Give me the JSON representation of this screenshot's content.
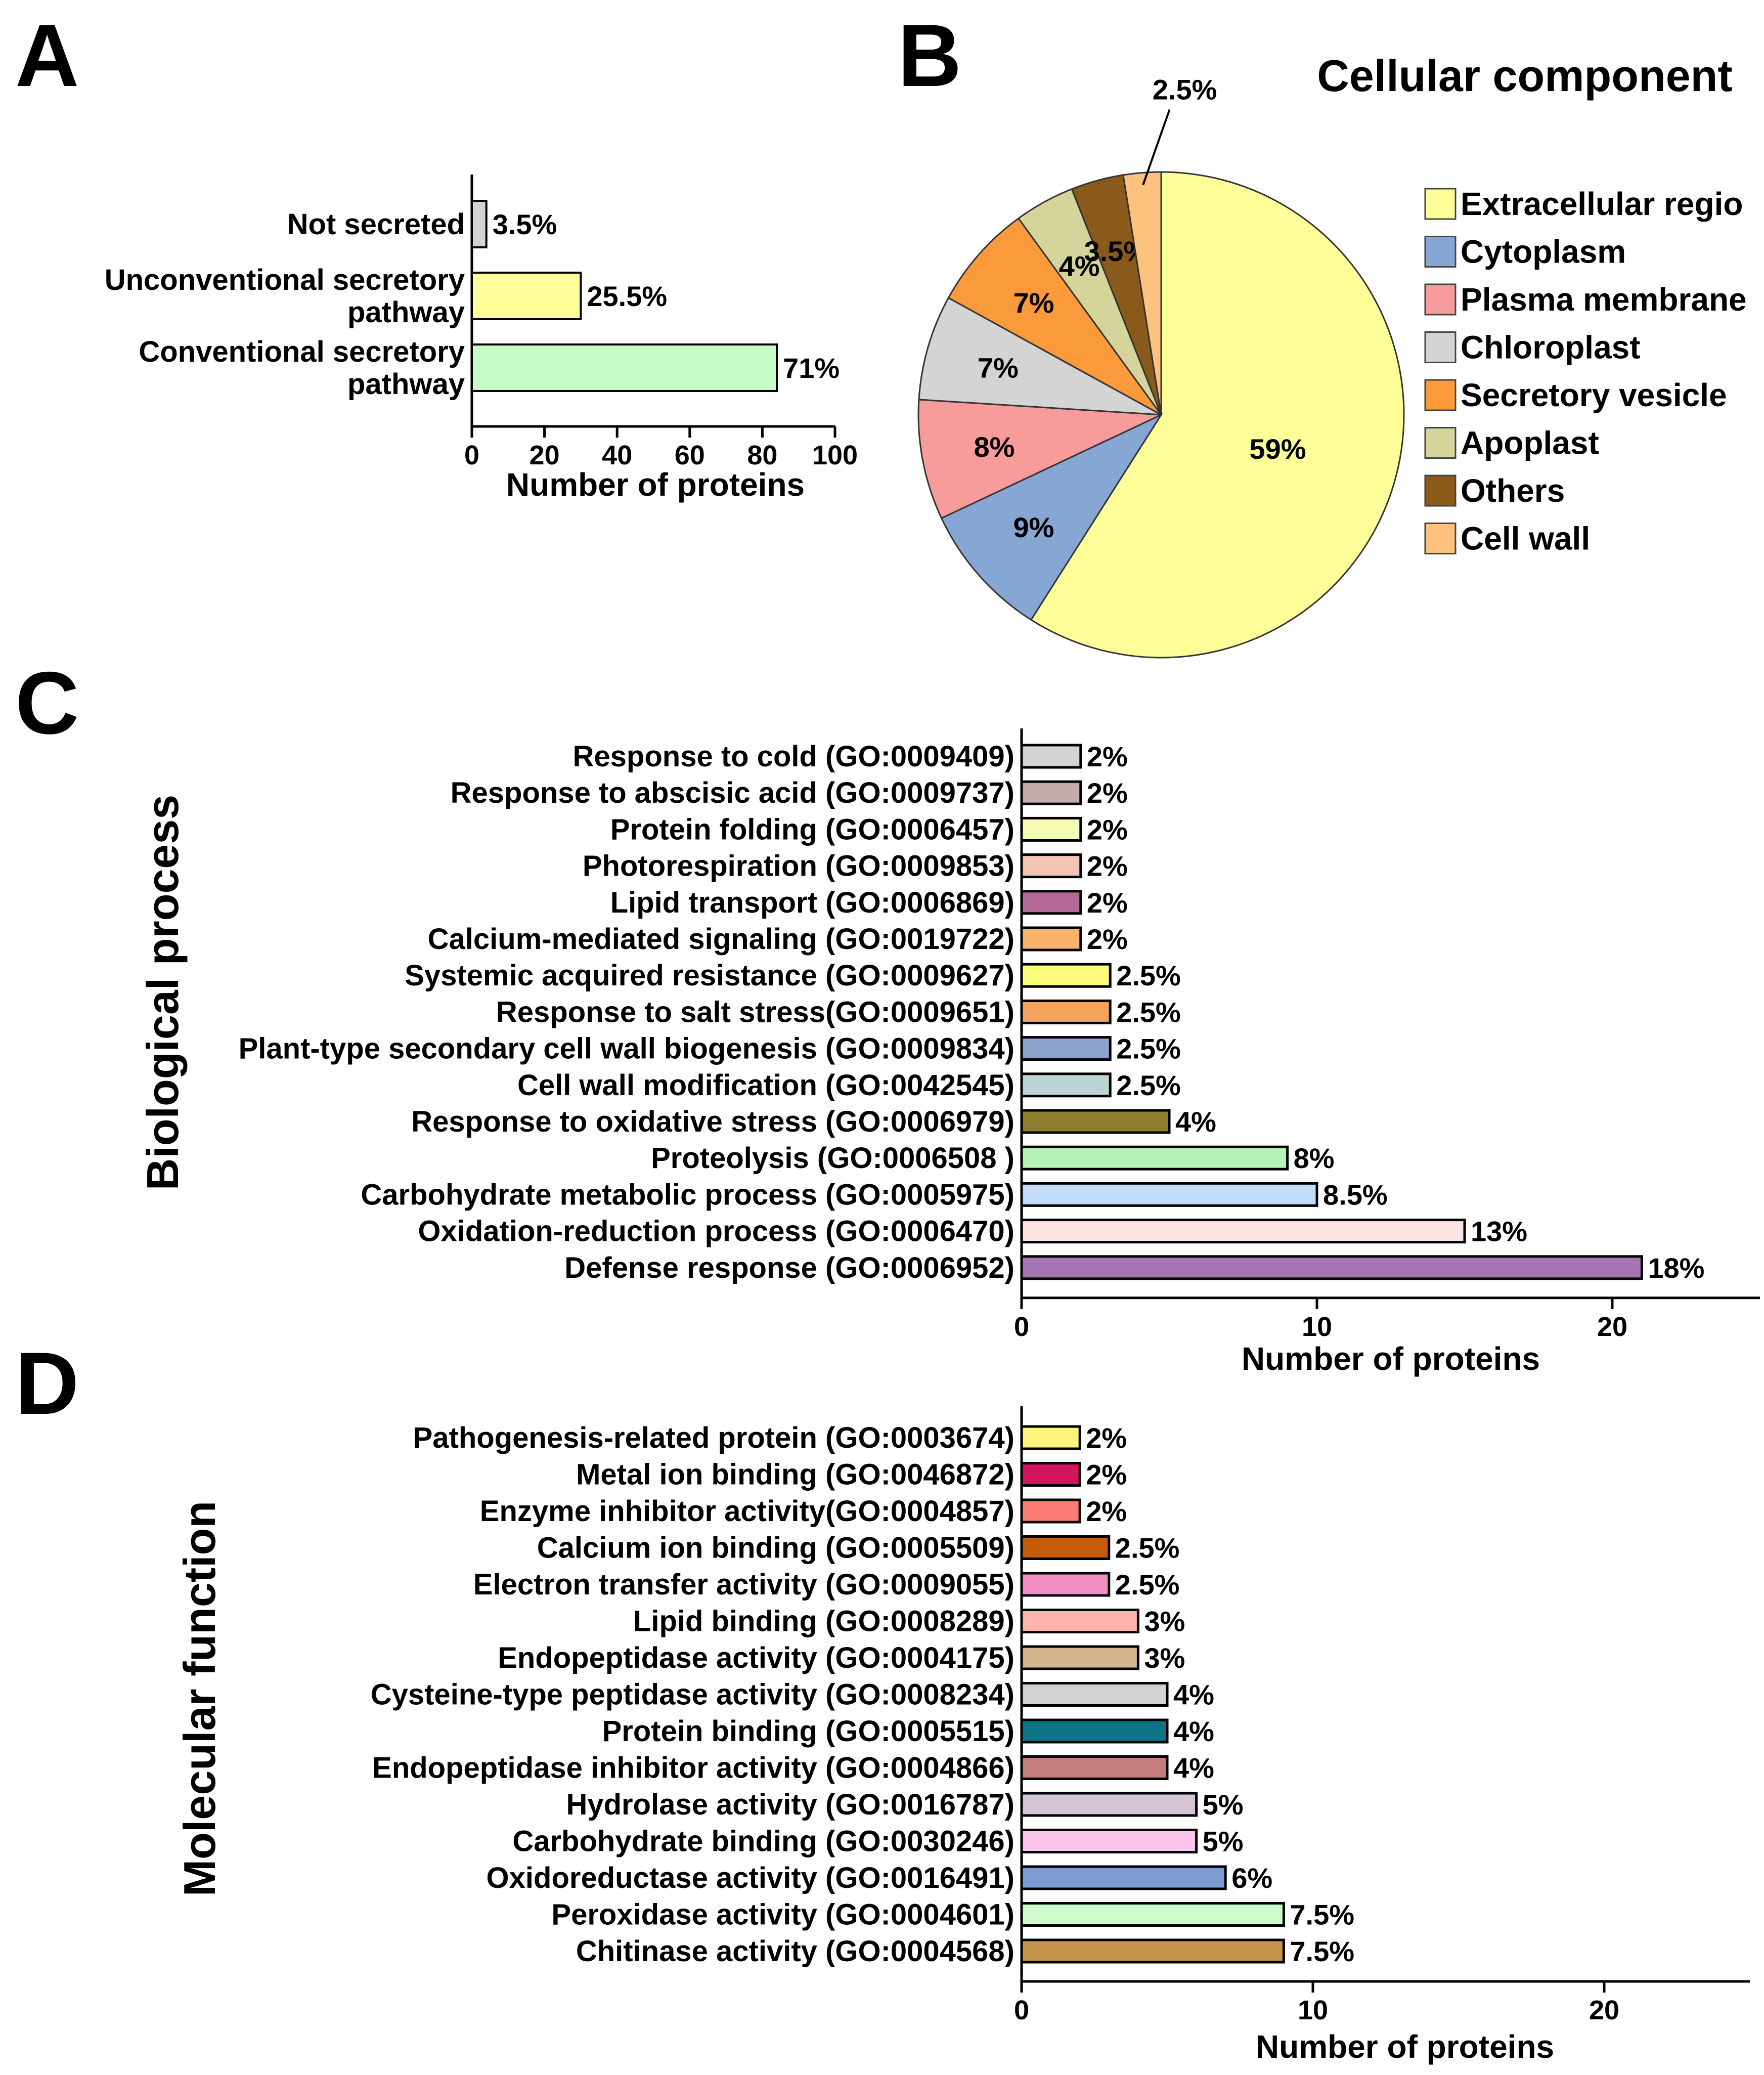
{
  "panels": {
    "A": {
      "letter": "A",
      "chart_data": {
        "type": "bar",
        "orientation": "horizontal",
        "categories": [
          "Not secreted",
          "Unconventional secretory pathway",
          "Conventional secretory pathway"
        ],
        "category_lines": [
          [
            "Not secreted"
          ],
          [
            "Unconventional secretory",
            "pathway"
          ],
          [
            "Conventional secretory",
            "pathway"
          ]
        ],
        "values": [
          4,
          30,
          84
        ],
        "value_labels": [
          "3.5%",
          "25.5%",
          "71%"
        ],
        "colors": [
          "#d4d4d4",
          "#ffff99",
          "#c6fcc6"
        ],
        "xlim": [
          0,
          100
        ],
        "xticks": [
          0,
          20,
          40,
          60,
          80,
          100
        ],
        "xlabel": "Number of proteins",
        "ylabel": "",
        "title": ""
      }
    },
    "B": {
      "letter": "B",
      "chart_data": {
        "type": "pie",
        "title": "Cellular component",
        "labels": [
          "Extracellular regio",
          "Cytoplasm",
          "Plasma membrane",
          "Chloroplast",
          "Secretory vesicle",
          "Apoplast",
          "Others",
          "Cell wall"
        ],
        "values": [
          59,
          9,
          8,
          7,
          7,
          4,
          3.5,
          2.5
        ],
        "value_labels": [
          "59%",
          "9%",
          "8%",
          "7%",
          "7%",
          "4%",
          "3.5%",
          "2.5%"
        ],
        "colors": [
          "#ffff99",
          "#86a6d4",
          "#f89b9b",
          "#d4d4d4",
          "#fa9a3a",
          "#d4d49b",
          "#8a5a1a",
          "#fcc27e"
        ],
        "legend_position": "right"
      }
    },
    "C": {
      "letter": "C",
      "chart_data": {
        "type": "bar",
        "orientation": "horizontal",
        "categories": [
          "Response to cold (GO:0009409)",
          "Response to abscisic acid (GO:0009737)",
          "Protein folding (GO:0006457)",
          "Photorespiration (GO:0009853)",
          "Lipid transport (GO:0006869)",
          "Calcium-mediated signaling (GO:0019722)",
          "Systemic acquired resistance (GO:0009627)",
          "Response to salt stress(GO:0009651)",
          "Plant-type secondary cell wall biogenesis (GO:0009834)",
          "Cell wall modification (GO:0042545)",
          "Response to oxidative stress (GO:0006979)",
          "Proteolysis (GO:0006508 )",
          "Carbohydrate metabolic process (GO:0005975)",
          "Oxidation-reduction process (GO:0006470)",
          "Defense response (GO:0006952)"
        ],
        "values": [
          2,
          2,
          2,
          2,
          2,
          2,
          3,
          3,
          3,
          3,
          5,
          9,
          10,
          15,
          21
        ],
        "value_labels": [
          "2%",
          "2%",
          "2%",
          "2%",
          "2%",
          "2%",
          "2.5%",
          "2.5%",
          "2.5%",
          "2.5%",
          "4%",
          "8%",
          "8.5%",
          "13%",
          "18%"
        ],
        "colors": [
          "#d4d4d4",
          "#c4aaaa",
          "#f4fcb4",
          "#f4c4b4",
          "#b46a94",
          "#fcb46c",
          "#fcfc7c",
          "#f4a45c",
          "#8ca4cc",
          "#bcd4d4",
          "#8c7c2c",
          "#b4f4b4",
          "#c4dcfc",
          "#fce4e4",
          "#a474b4"
        ],
        "xlim": [
          0,
          25
        ],
        "xticks": [
          0,
          10,
          20
        ],
        "xlabel": "Number of proteins",
        "ylabel": "Biological process",
        "title": ""
      }
    },
    "D": {
      "letter": "D",
      "chart_data": {
        "type": "bar",
        "orientation": "horizontal",
        "categories": [
          "Pathogenesis-related protein (GO:0003674)",
          "Metal ion binding (GO:0046872)",
          "Enzyme inhibitor activity(GO:0004857)",
          "Calcium ion binding (GO:0005509)",
          "Electron transfer activity (GO:0009055)",
          "Lipid binding (GO:0008289)",
          "Endopeptidase activity (GO:0004175)",
          "Cysteine-type peptidase activity (GO:0008234)",
          "Protein binding (GO:0005515)",
          "Endopeptidase inhibitor activity (GO:0004866)",
          "Hydrolase activity (GO:0016787)",
          "Carbohydrate binding (GO:0030246)",
          "Oxidoreductase activity (GO:0016491)",
          "Peroxidase activity (GO:0004601)",
          "Chitinase activity (GO:0004568)"
        ],
        "values": [
          2,
          2,
          2,
          3,
          3,
          4,
          4,
          5,
          5,
          5,
          6,
          6,
          7,
          9,
          9
        ],
        "value_labels": [
          "2%",
          "2%",
          "2%",
          "2.5%",
          "2.5%",
          "3%",
          "3%",
          "4%",
          "4%",
          "4%",
          "5%",
          "5%",
          "6%",
          "7.5%",
          "7.5%"
        ],
        "colors": [
          "#fcf47c",
          "#d4145c",
          "#fc7c74",
          "#c45c0c",
          "#f48cc4",
          "#fcb4ac",
          "#d4b48c",
          "#d4d4d4",
          "#0c7484",
          "#c47c7c",
          "#d4c4d4",
          "#fcc4ec",
          "#7c9cd4",
          "#ccfccc",
          "#c4944c"
        ],
        "xlim": [
          0,
          25
        ],
        "xticks": [
          0,
          10,
          20
        ],
        "xlabel": "Number of proteins",
        "ylabel": "Molecular function",
        "title": ""
      }
    }
  }
}
